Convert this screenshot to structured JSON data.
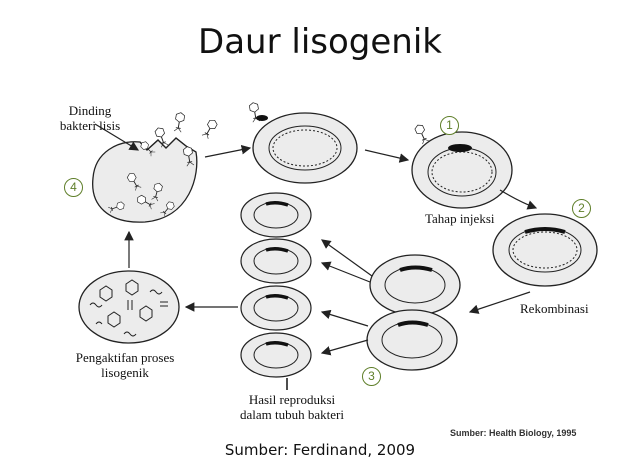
{
  "title": "Daur lisogenik",
  "caption": "Sumber: Ferdinand, 2009",
  "image_source": "Sumber: Health Biology, 1995",
  "labels": {
    "lysis_line1": "Dinding",
    "lysis_line2": "bakteri lisis",
    "injection": "Tahap injeksi",
    "recombination": "Rekombinasi",
    "activation_line1": "Pengaktifan proses",
    "activation_line2": "lisogenik",
    "reproduction_line1": "Hasil reproduksi",
    "reproduction_line2": "dalam tubuh bakteri"
  },
  "steps": [
    "1",
    "2",
    "3",
    "4"
  ]
}
